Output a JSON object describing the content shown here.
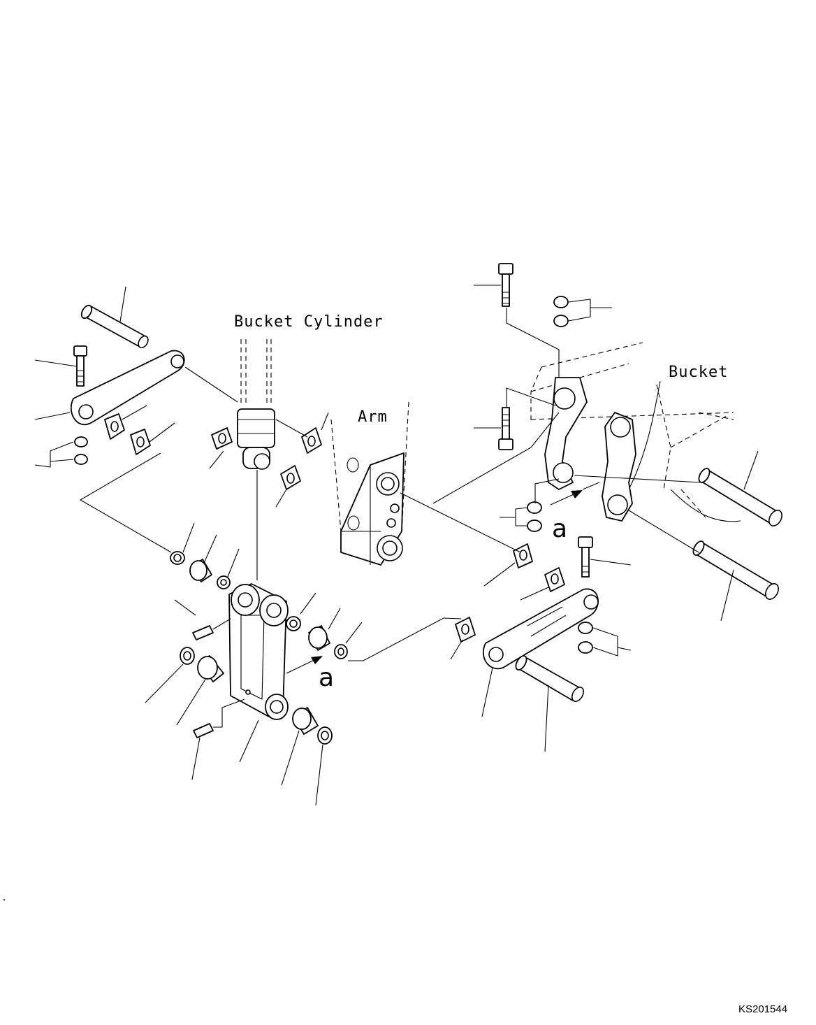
{
  "labels": {
    "bucket_cylinder": "Bucket Cylinder",
    "arm": "Arm",
    "bucket": "Bucket",
    "view_mark_left": "a",
    "view_mark_right": "a"
  },
  "drawing_code": "KS201544"
}
